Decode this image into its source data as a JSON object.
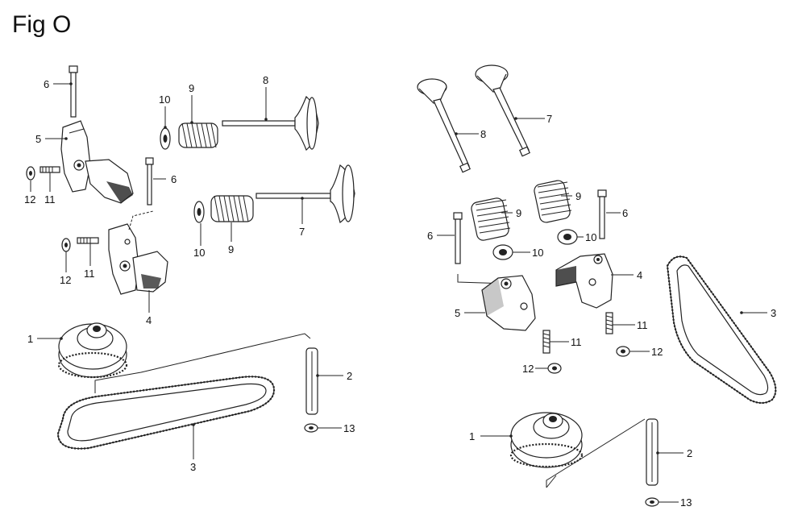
{
  "figure": {
    "title": "Fig O"
  },
  "callouts": {
    "left": [
      "6",
      "5",
      "12",
      "11",
      "10",
      "9",
      "8",
      "6",
      "10",
      "9",
      "7",
      "12",
      "11",
      "4",
      "1",
      "2",
      "3",
      "13"
    ],
    "right": [
      "8",
      "7",
      "9",
      "9",
      "6",
      "10",
      "10",
      "6",
      "4",
      "5",
      "11",
      "11",
      "12",
      "12",
      "3",
      "1",
      "2",
      "13"
    ]
  }
}
